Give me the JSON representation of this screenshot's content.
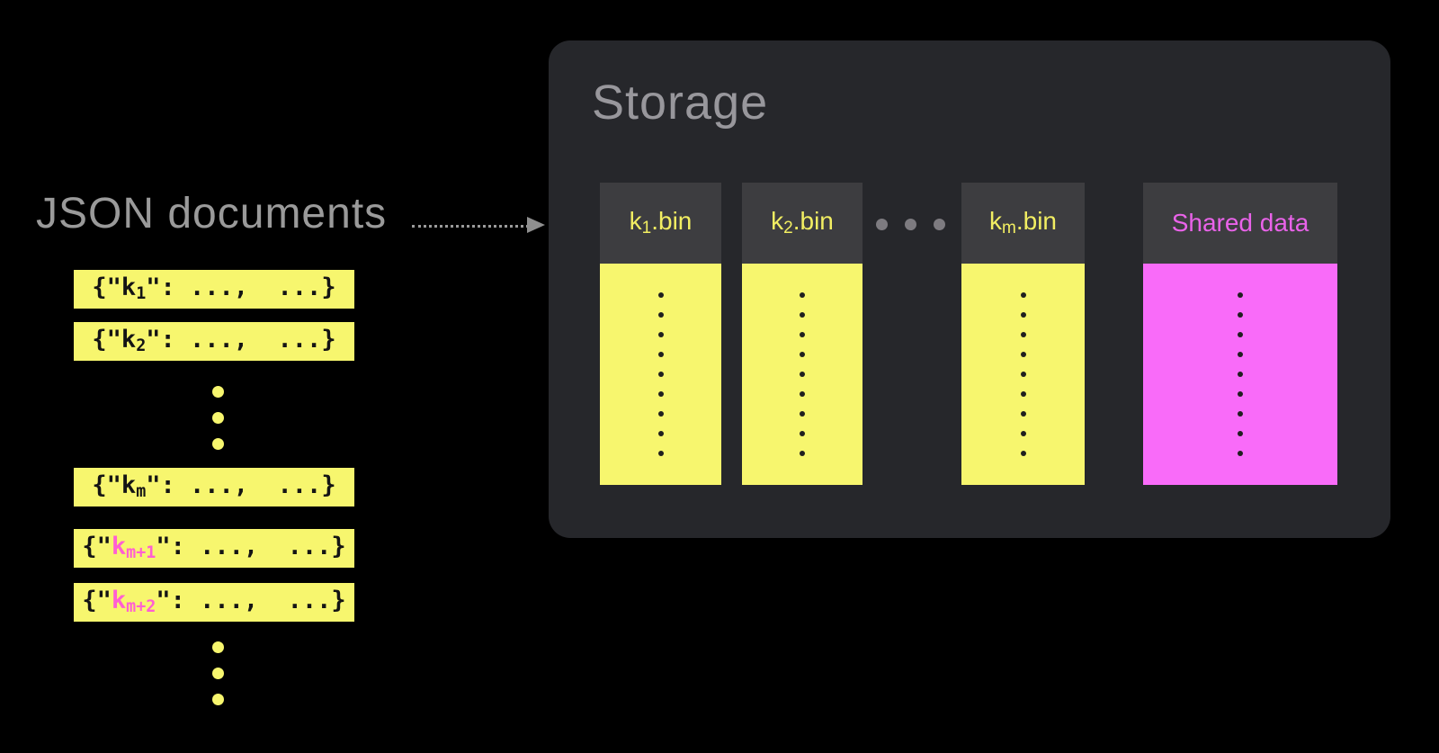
{
  "colors": {
    "background": "#000000",
    "yellow": "#f7f66e",
    "magenta_body": "#f96bf9",
    "magenta_text": "#e963e9",
    "pink_key": "#ff5fd2",
    "gray_text": "#9a9a9a",
    "storage_bg": "#26272b",
    "header_bg": "#3d3d40",
    "header_yellow_text": "#f2ee62",
    "dot_black": "#1f1f1f",
    "dot_gray": "#7d7b80",
    "arrow_gray": "#8f8f8f"
  },
  "left_panel": {
    "title": "JSON documents",
    "rows": [
      {
        "open": "{\"",
        "key": "k",
        "sub": "1",
        "rest": "\": ...,  ...}",
        "highlighted": false
      },
      {
        "open": "{\"",
        "key": "k",
        "sub": "2",
        "rest": "\": ...,  ...}",
        "highlighted": false
      },
      {
        "open": "{\"",
        "key": "k",
        "sub": "m",
        "rest": "\": ...,  ...}",
        "highlighted": false
      },
      {
        "open": "{\"",
        "key": "k",
        "sub": "m+1",
        "rest": "\": ...,  ...}",
        "highlighted": true
      },
      {
        "open": "{\"",
        "key": "k",
        "sub": "m+2",
        "rest": "\": ...,  ...}",
        "highlighted": true
      }
    ],
    "ellipsis_dot_count": 3
  },
  "arrow": {
    "style": "dotted",
    "direction": "right"
  },
  "storage": {
    "title": "Storage",
    "columns": [
      {
        "key": "k",
        "sub": "1",
        "suffix": ".bin",
        "type": "bin"
      },
      {
        "key": "k",
        "sub": "2",
        "suffix": ".bin",
        "type": "bin"
      },
      {
        "key": "k",
        "sub": "m",
        "suffix": ".bin",
        "type": "bin"
      },
      {
        "label": "Shared data",
        "type": "shared"
      }
    ],
    "between_dot_count": 3,
    "column_dot_count": 9
  }
}
